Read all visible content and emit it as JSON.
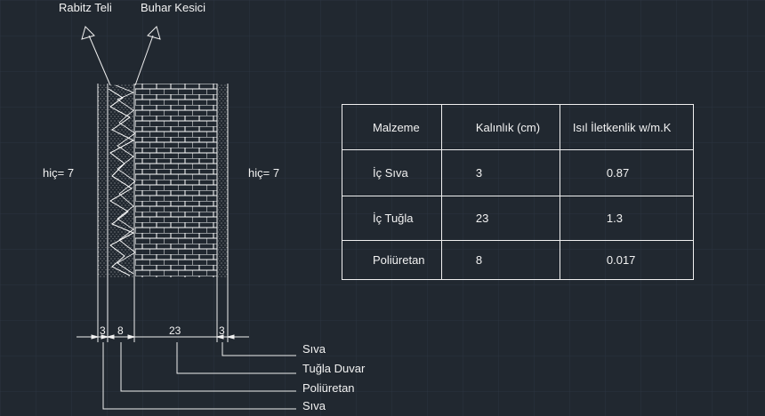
{
  "callouts": {
    "top_left": "Rabitz Teli",
    "top_right": "Buhar Kesici",
    "left_hic": "hiç= 7",
    "right_hic": "hiç= 7"
  },
  "dimensions": {
    "d1": "3",
    "d2": "8",
    "d3": "23",
    "d4": "3"
  },
  "legend": {
    "l1": "Sıva",
    "l2": "Tuğla Duvar",
    "l3": "Poliüretan",
    "l4": "Sıva"
  },
  "table": {
    "headers": [
      "Malzeme",
      "Kalınlık (cm)",
      "Isıl İletkenlik w/m.K"
    ],
    "rows": [
      [
        "İç Sıva",
        "3",
        "0.87"
      ],
      [
        "İç Tuğla",
        "23",
        "1.3"
      ],
      [
        "Poliüretan",
        "8",
        "0.017"
      ]
    ]
  },
  "colors": {
    "background": "#212830",
    "grid": "#2c3440",
    "lines": "#f0f0f0"
  }
}
